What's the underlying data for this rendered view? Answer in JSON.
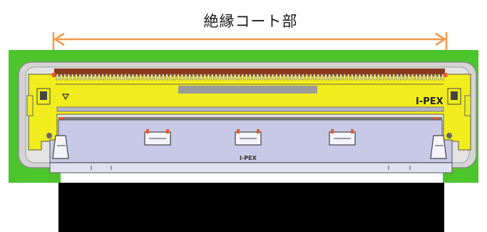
{
  "caption": "絶縁コート部",
  "brand_upper": "I-PEX",
  "brand_lower": "I-PEX",
  "colors": {
    "pcb": "#4cc52c",
    "housing_yellow": "#f1ec1e",
    "shell_gray": "#d4d4d4",
    "actuator": "#c7c9e6",
    "contact_strip": "#8b3a1e",
    "dimension_arrow": "#f19a4a",
    "cable": "#000000"
  }
}
